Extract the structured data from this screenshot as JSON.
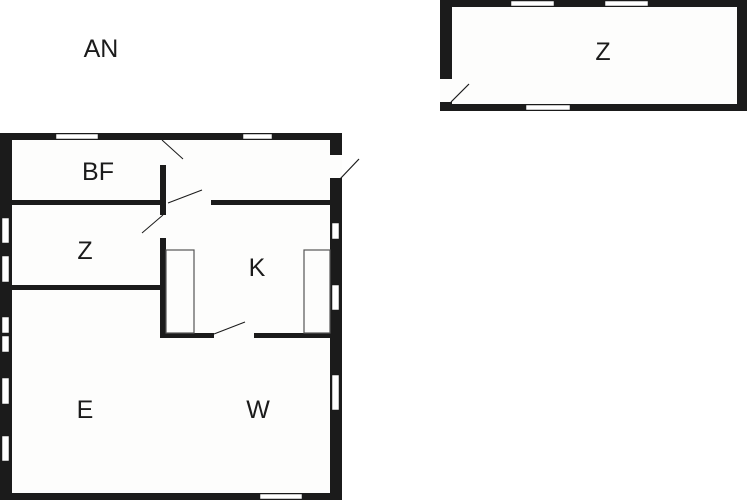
{
  "colors": {
    "wall": "#1b1b1b",
    "floor": "#fdfdfc",
    "background": "#ffffff",
    "window": "#ffffff",
    "fixture": "#555555"
  },
  "plan": {
    "outside_label": "AN",
    "annex": {
      "label": "Z"
    },
    "rooms": {
      "bf": "BF",
      "z": "Z",
      "k": "K",
      "e": "E",
      "w": "W"
    }
  }
}
